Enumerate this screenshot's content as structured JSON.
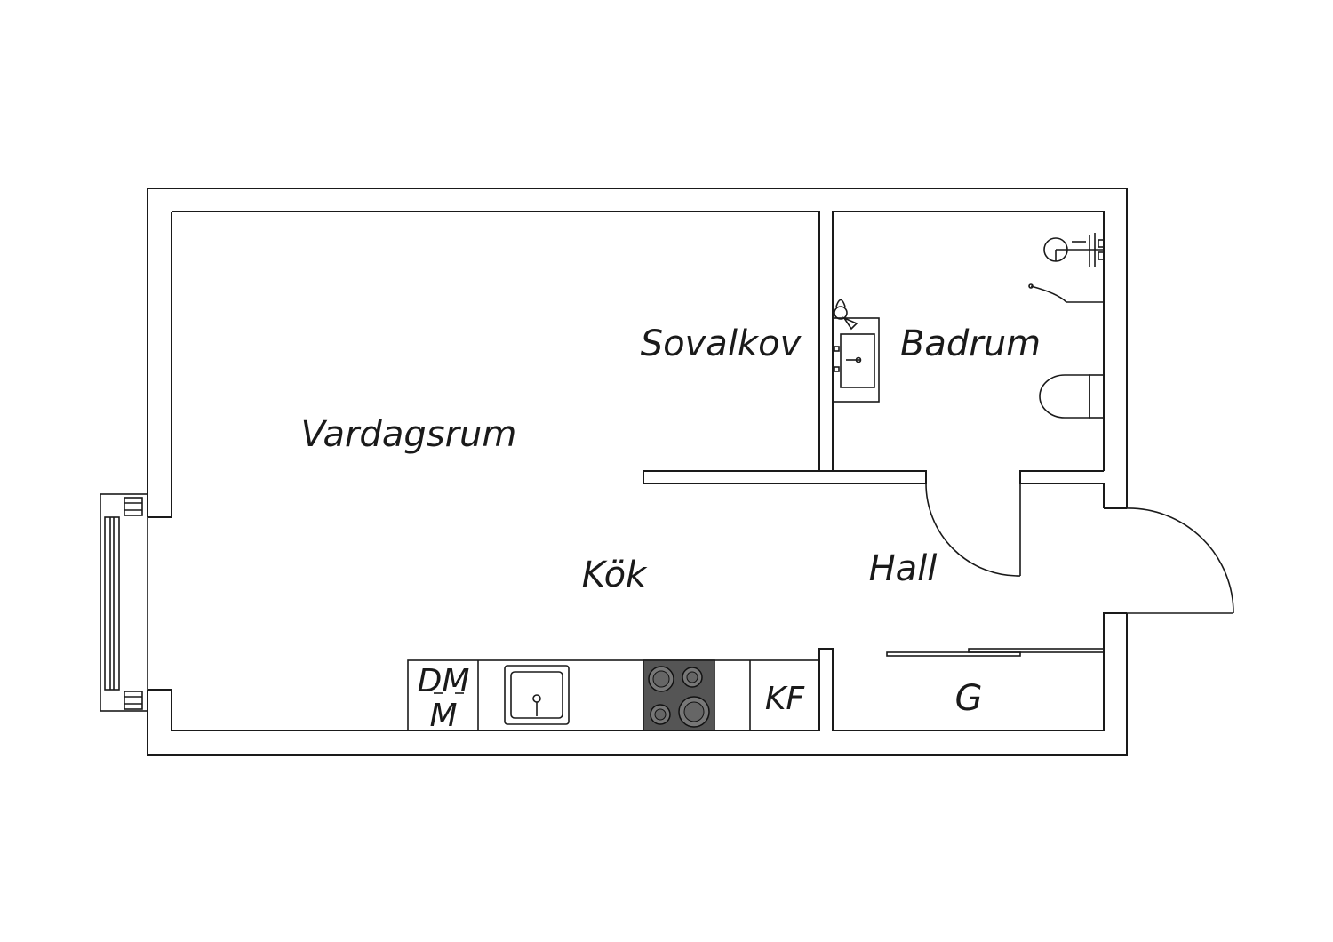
{
  "rooms": {
    "vardagsrum": "Vardagsrum",
    "sovalkov": "Sovalkov",
    "badrum": "Badrum",
    "kok": "Kök",
    "hall": "Hall",
    "garderob": "G"
  },
  "appliances": {
    "dishwasher_line1": "DM",
    "dishwasher_line2": "M",
    "fridge_freezer": "KF"
  },
  "colors": {
    "line": "#1a1a1a",
    "stove": "#555555",
    "background": "#ffffff"
  }
}
